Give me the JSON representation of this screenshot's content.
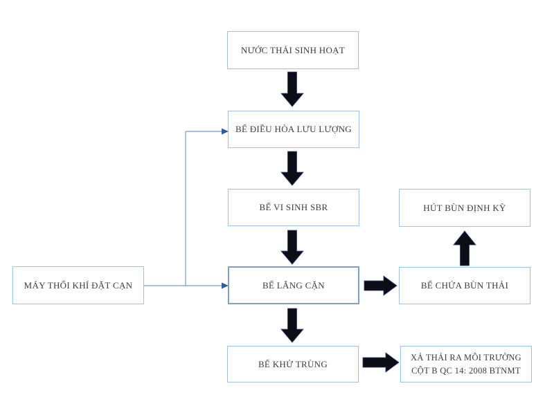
{
  "diagram": {
    "type": "flowchart",
    "language": "vi",
    "subject": "Wastewater treatment process flow",
    "nodes": {
      "wastewater": {
        "label": "NƯỚC THẢI SINH HOẠT"
      },
      "equalization": {
        "label": "BỂ ĐIỀU HÒA LƯU LƯỢNG"
      },
      "sbr": {
        "label": "BỂ VI SINH SBR"
      },
      "sedimentation": {
        "label": "BỂ LẮNG CẶN"
      },
      "disinfection": {
        "label": "BỂ KHỬ TRÙNG"
      },
      "blower": {
        "label": "MÁY THỔI KHÍ ĐẶT CẠN"
      },
      "sludge_suction": {
        "label": "HÚT BÙN ĐỊNH KỲ"
      },
      "sludge_tank": {
        "label": "BỂ CHỨA BÙN THẢI"
      },
      "discharge": {
        "line1": "XẢ THẢI RA MÔI TRƯỜNG",
        "line2": "CỘT B QC 14: 2008 BTNMT"
      }
    },
    "edges": [
      {
        "from": "NƯỚC THẢI SINH HOẠT",
        "to": "BỂ ĐIỀU HÒA LƯU LƯỢNG",
        "style": "black-block-arrow",
        "direction": "down"
      },
      {
        "from": "BỂ ĐIỀU HÒA LƯU LƯỢNG",
        "to": "BỂ VI SINH SBR",
        "style": "black-block-arrow",
        "direction": "down"
      },
      {
        "from": "BỂ VI SINH SBR",
        "to": "BỂ LẮNG CẶN",
        "style": "black-block-arrow",
        "direction": "down"
      },
      {
        "from": "BỂ LẮNG CẶN",
        "to": "BỂ KHỬ TRÙNG",
        "style": "black-block-arrow",
        "direction": "down"
      },
      {
        "from": "BỂ LẮNG CẶN",
        "to": "BỂ CHỨA BÙN THẢI",
        "style": "black-block-arrow",
        "direction": "right"
      },
      {
        "from": "BỂ CHỨA BÙN THẢI",
        "to": "HÚT BÙN ĐỊNH KỲ",
        "style": "black-block-arrow",
        "direction": "up"
      },
      {
        "from": "BỂ KHỬ TRÙNG",
        "to": "XẢ THẢI RA MÔI TRƯỜNG CỘT B QC 14: 2008 BTNMT",
        "style": "black-block-arrow",
        "direction": "right"
      },
      {
        "from": "MÁY THỔI KHÍ ĐẶT CẠN",
        "to": "BỂ ĐIỀU HÒA LƯU LƯỢNG",
        "style": "thin-blue-arrow",
        "direction": "right"
      },
      {
        "from": "MÁY THỔI KHÍ ĐẶT CẠN",
        "to": "BỂ LẮNG CẶN",
        "style": "thin-blue-arrow",
        "direction": "right"
      }
    ],
    "colors": {
      "background": "#ffffff",
      "box_border": "#9dc3e6",
      "box_border_emphasis": "#7d9fce",
      "text": "#3d3d3d",
      "block_arrow": "#0c0d15",
      "pipe_line": "#8faadc",
      "pipe_arrowhead": "#2e5b9d"
    }
  }
}
